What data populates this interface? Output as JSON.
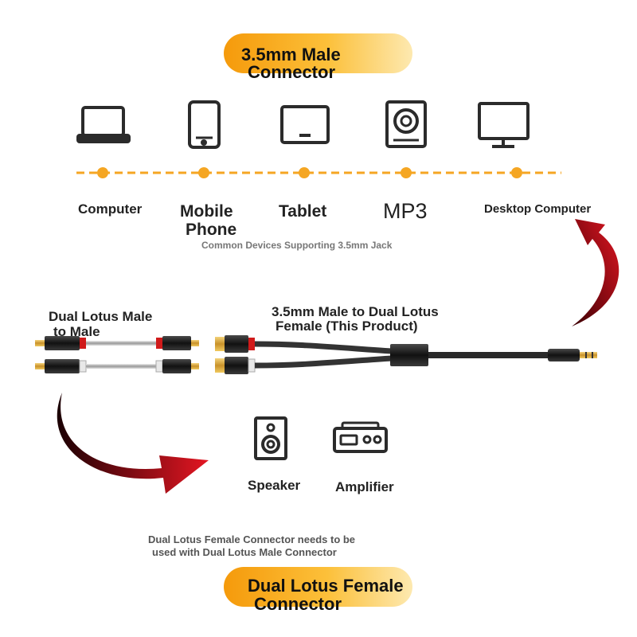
{
  "top_banner": {
    "line1": "3.5mm Male",
    "line2": "Connector"
  },
  "devices": [
    {
      "icon": "laptop-icon",
      "label": "Computer"
    },
    {
      "icon": "mobile-phone-icon",
      "label_line1": "Mobile",
      "label_line2": "Phone"
    },
    {
      "icon": "tablet-icon",
      "label": "Tablet"
    },
    {
      "icon": "mp3-player-icon",
      "label": "MP3"
    },
    {
      "icon": "desktop-monitor-icon",
      "label": "Desktop Computer"
    }
  ],
  "devices_caption": "Common Devices Supporting 3.5mm Jack",
  "cables": {
    "left_title_line1": "Dual Lotus Male",
    "left_title_line2": "to Male",
    "right_title_line1": "3.5mm Male to Dual Lotus",
    "right_title_line2": "Female (This Product)"
  },
  "outputs": [
    {
      "icon": "speaker-icon",
      "label": "Speaker"
    },
    {
      "icon": "amplifier-icon",
      "label": "Amplifier"
    }
  ],
  "note_line1": "Dual Lotus Female Connector needs to be",
  "note_line2": "used with Dual Lotus Male Connector",
  "bottom_banner": {
    "line1": "Dual Lotus Female",
    "line2": "Connector"
  },
  "colors": {
    "accent_orange": "#f5a623",
    "arrow_red": "#c0101a",
    "icon_stroke": "#2b2b2b"
  }
}
